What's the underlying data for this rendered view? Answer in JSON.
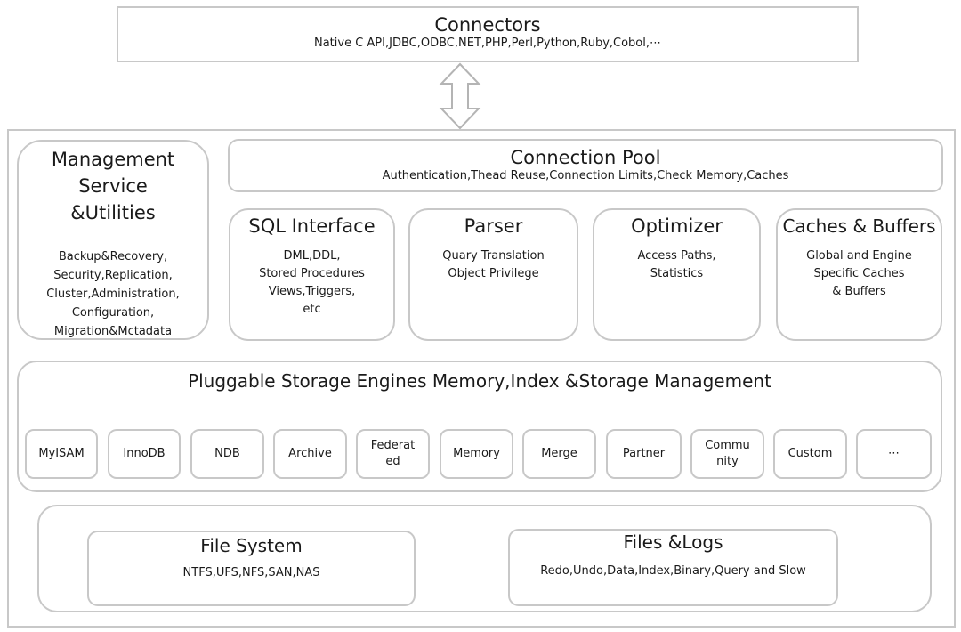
{
  "connectors": {
    "title": "Connectors",
    "subtitle": "Native C API,JDBC,ODBC,NET,PHP,Perl,Python,Ruby,Cobol,⋯"
  },
  "management": {
    "title_lines": [
      "Management",
      "Service",
      "&Utilities"
    ],
    "item_lines": [
      "Backup&Recovery,",
      "Security,Replication,",
      "Cluster,Administration,",
      "Configuration,",
      "Migration&Mctadata"
    ]
  },
  "connection_pool": {
    "title": "Connection Pool",
    "subtitle": "Authentication,Thead Reuse,Connection Limits,Check Memory,Caches"
  },
  "sql_interface": {
    "title": "SQL Interface",
    "lines": [
      "DML,DDL,",
      "Stored Procedures",
      "Views,Triggers,",
      "etc"
    ]
  },
  "parser": {
    "title": "Parser",
    "lines": [
      "Quary Translation",
      "Object Privilege"
    ]
  },
  "optimizer": {
    "title": "Optimizer",
    "lines": [
      "Access Paths,",
      "Statistics"
    ]
  },
  "caches": {
    "title": "Caches & Buffers",
    "lines": [
      "Global and Engine",
      "Specific Caches",
      "& Buffers"
    ]
  },
  "storage": {
    "title": "Pluggable Storage Engines Memory,Index &Storage Management",
    "engines": [
      [
        "MyISAM"
      ],
      [
        "InnoDB"
      ],
      [
        "NDB"
      ],
      [
        "Archive"
      ],
      [
        "Federat",
        "ed"
      ],
      [
        "Memory"
      ],
      [
        "Merge"
      ],
      [
        "Partner"
      ],
      [
        "Commu",
        "nity"
      ],
      [
        "Custom"
      ],
      [
        "⋯"
      ]
    ]
  },
  "file_system": {
    "title": "File System",
    "subtitle": "NTFS,UFS,NFS,SAN,NAS"
  },
  "files_logs": {
    "title": "Files &Logs",
    "subtitle": "Redo,Undo,Data,Index,Binary,Query and Slow"
  },
  "colors": {
    "border": "#c8c8c8",
    "text": "#1a1a1a",
    "background": "#ffffff"
  }
}
